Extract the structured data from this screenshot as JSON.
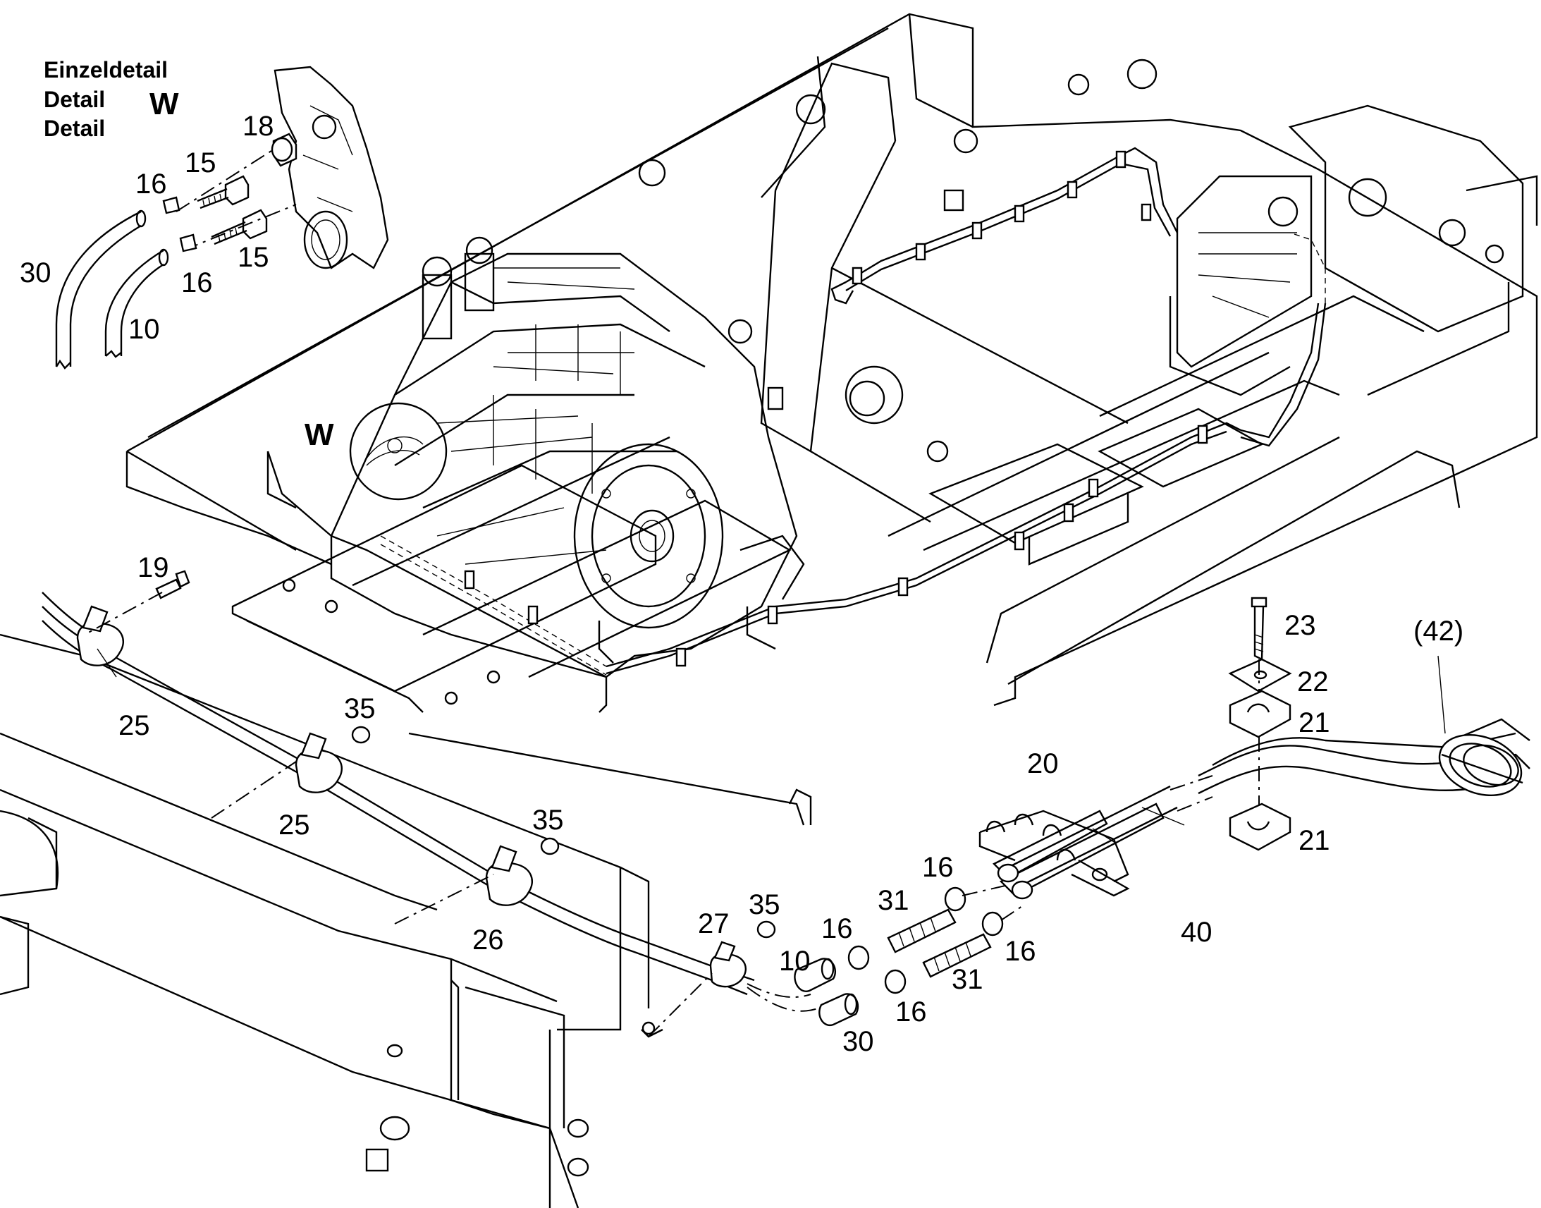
{
  "header": {
    "line1": "Einzeldetail",
    "line2": "Detail",
    "line3": "Detail",
    "detail_letter": "W"
  },
  "callout_w": "W",
  "labels": {
    "n18": "18",
    "n15a": "15",
    "n16a": "16",
    "n15b": "15",
    "n16b": "16",
    "n30a": "30",
    "n10a": "10",
    "n19": "19",
    "n25a": "25",
    "n35a": "35",
    "n25b": "25",
    "n35b": "35",
    "n26": "26",
    "n27": "27",
    "n35c": "35",
    "n16c": "16",
    "n10b": "10",
    "n30b": "30",
    "n16d": "16",
    "n31a": "31",
    "n16e": "16",
    "n31b": "31",
    "n16f": "16",
    "n20": "20",
    "n40": "40",
    "n23": "23",
    "n22": "22",
    "n21a": "21",
    "n21b": "21",
    "n42": "(42)"
  }
}
